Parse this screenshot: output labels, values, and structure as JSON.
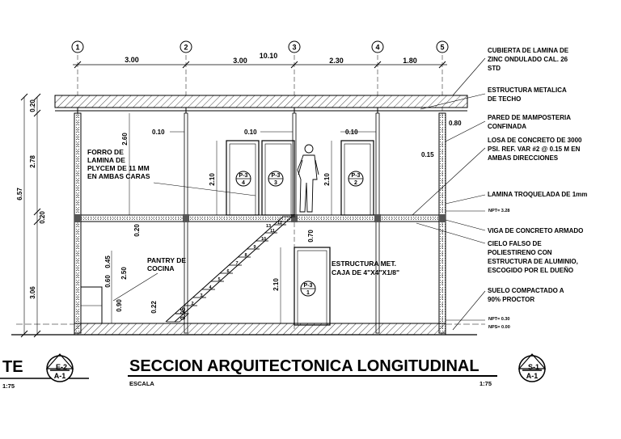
{
  "grid_axes": [
    "1",
    "2",
    "3",
    "4",
    "5"
  ],
  "top_dims": {
    "span_1_2": "3.00",
    "span_2_3": "3.00",
    "span_3_4": "2.30",
    "span_4_5": "1.80",
    "total": "10.10"
  },
  "left_dims": {
    "roof": "0.20",
    "upper": "2.78",
    "total": "6.57",
    "slab": "0.20",
    "lower": "3.06"
  },
  "inner_dims": {
    "upper_h": "2.60",
    "wall_01a": "0.10",
    "wall_01b": "0.10",
    "wall_01c": "0.10",
    "d210a": "2.10",
    "d210b": "2.10",
    "d080": "0.80",
    "d015": "0.15",
    "slab020": "0.20",
    "d070": "0.70",
    "d210c": "2.10",
    "d045": "0.45",
    "d060": "0.60",
    "d250": "2.50",
    "d090": "0.90",
    "d022": "0.22",
    "d005": "0.05"
  },
  "labels": {
    "forro": [
      "FORRO DE",
      "LAMINA DE",
      "PLYCEM DE 11 MM",
      "EN AMBAS CARAS"
    ],
    "pantry": [
      "PANTRY DE",
      "COCINA"
    ],
    "estructura": [
      "ESTRUCTURA MET.",
      "CAJA DE 4\"X4\"X1/8\""
    ]
  },
  "door_tags": [
    {
      "top": "P-3",
      "bottom": "4"
    },
    {
      "top": "P-3",
      "bottom": "3"
    },
    {
      "top": "P-3",
      "bottom": "2"
    },
    {
      "top": "P-3",
      "bottom": "1"
    }
  ],
  "stair_steps": [
    "1",
    "2",
    "3",
    "4",
    "5",
    "6",
    "7",
    "8",
    "9",
    "10",
    "11",
    "12",
    "13"
  ],
  "levels": {
    "npt_upper": "NPT= 3.28",
    "npt_lower": "NPT= 0.30",
    "nps": "NPS= 0.00"
  },
  "notes": [
    [
      "CUBIERTA DE LAMINA DE",
      "ZINC ONDULADO CAL. 26",
      "STD"
    ],
    [
      "ESTRUCTURA METALICA",
      "DE TECHO"
    ],
    [
      "PARED DE MAMPOSTERIA",
      "CONFINADA"
    ],
    [
      "LOSA DE CONCRETO DE 3000",
      "PSI. REF. VAR #2 @ 0.15 M EN",
      "AMBAS DIRECCIONES"
    ],
    [
      "LAMINA TROQUELADA DE 1mm"
    ],
    [
      "VIGA DE CONCRETO ARMADO"
    ],
    [
      "CIELO FALSO DE",
      "POLIESTIRENO CON",
      "ESTRUCTURA DE ALUMINIO,",
      "ESCOGIDO POR EL DUEÑO"
    ],
    [
      "SUELO COMPACTADO A",
      "90% PROCTOR"
    ]
  ],
  "title_block": {
    "left_title_fragment": "TE",
    "left_scale": "1:75",
    "left_tag_top": "E-2",
    "left_tag_bottom": "A-1",
    "title": "SECCION ARQUITECTONICA LONGITUDINAL",
    "subtitle": "ESCALA",
    "scale": "1:75",
    "right_tag_top": "S-1",
    "right_tag_bottom": "A-1"
  }
}
